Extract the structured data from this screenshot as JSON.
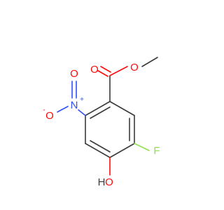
{
  "molecule": {
    "atoms": {
      "carbonyl_o": "O",
      "ester_o": "O",
      "nitro_n": "N",
      "nitro_n_charge": "+",
      "nitro_o_top": "O",
      "nitro_o_left": "O",
      "nitro_o_left_charge": "-",
      "fluorine": "F",
      "hydroxyl_o": "O",
      "hydroxyl_h": "H"
    },
    "colors": {
      "bond": "#3a3a3a",
      "oxygen": "#ff0d0d",
      "nitrogen": "#3050f8",
      "fluorine": "#90e050",
      "background": "#ffffff"
    }
  }
}
